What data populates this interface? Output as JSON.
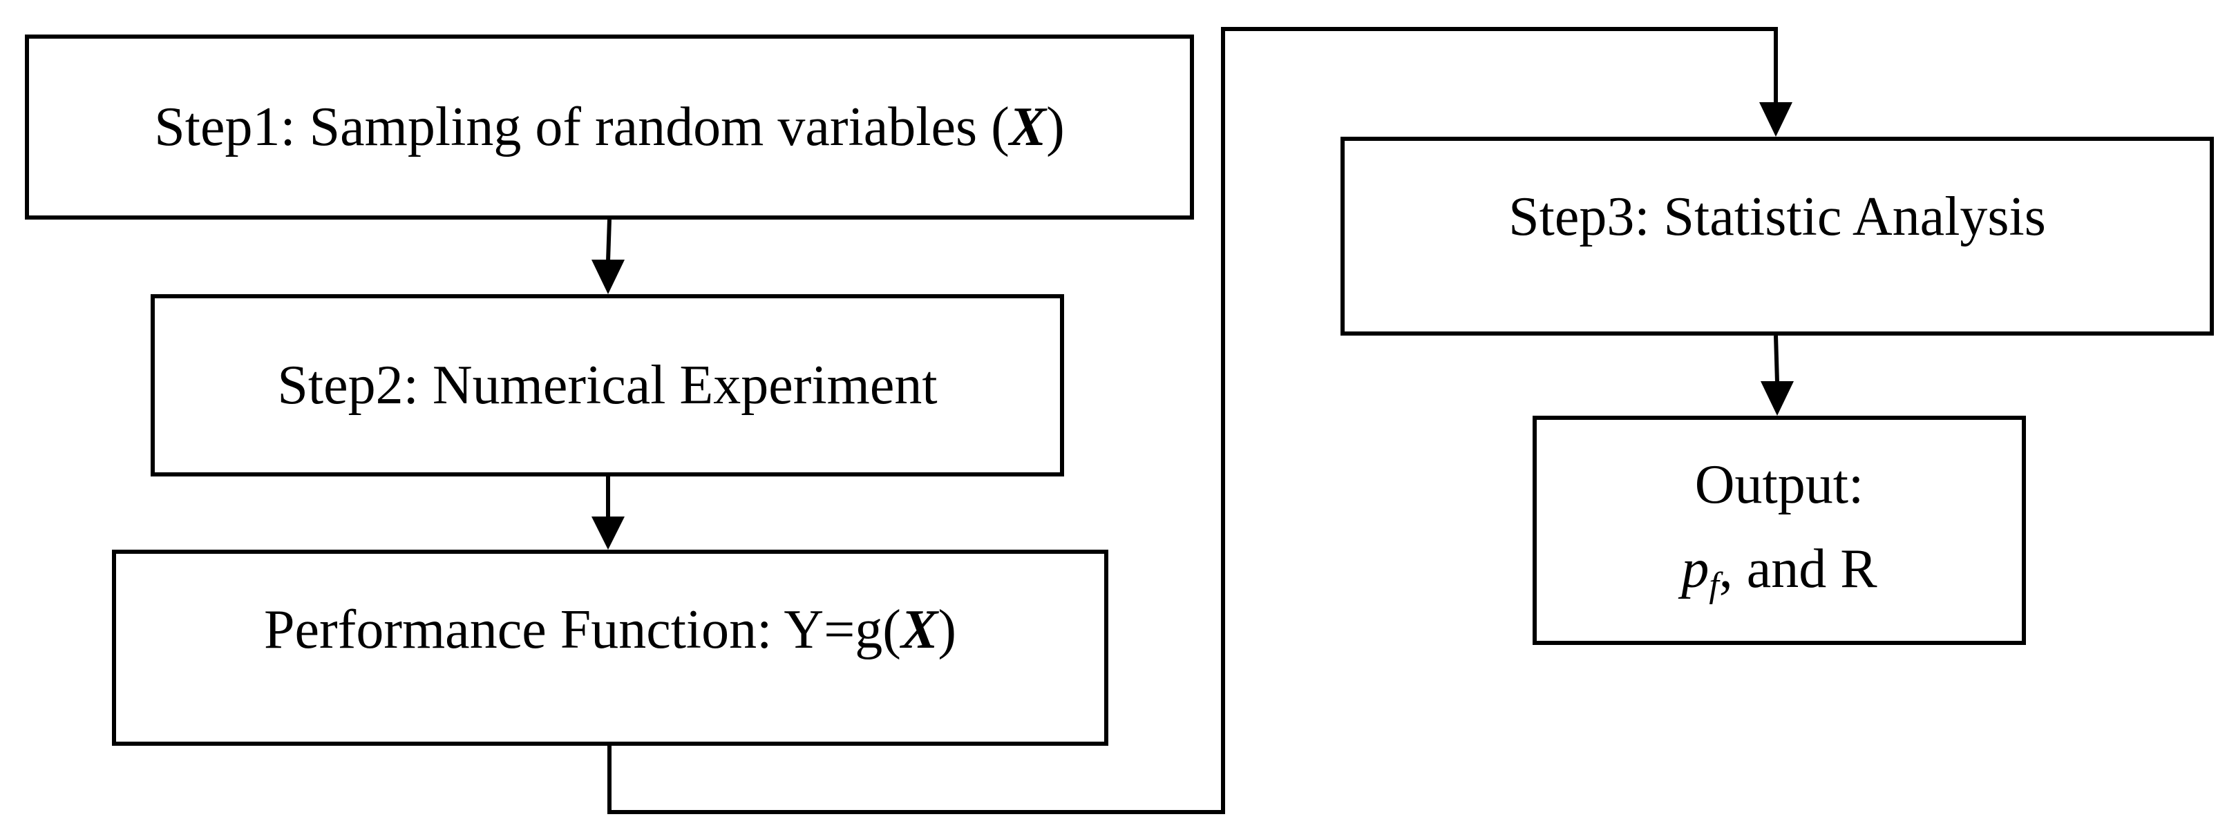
{
  "diagram": {
    "step1": {
      "prefix": "Step1: Sampling of random variables (",
      "var": "X",
      "suffix": ")"
    },
    "step2": {
      "label": "Step2: Numerical Experiment"
    },
    "performance": {
      "prefix": "Performance Function: Y=g(",
      "var": "X",
      "suffix": ")"
    },
    "step3": {
      "label": "Step3: Statistic Analysis"
    },
    "output": {
      "line1": "Output:",
      "pf_base": "p",
      "pf_sub": "f",
      "rest": ", and R"
    }
  }
}
